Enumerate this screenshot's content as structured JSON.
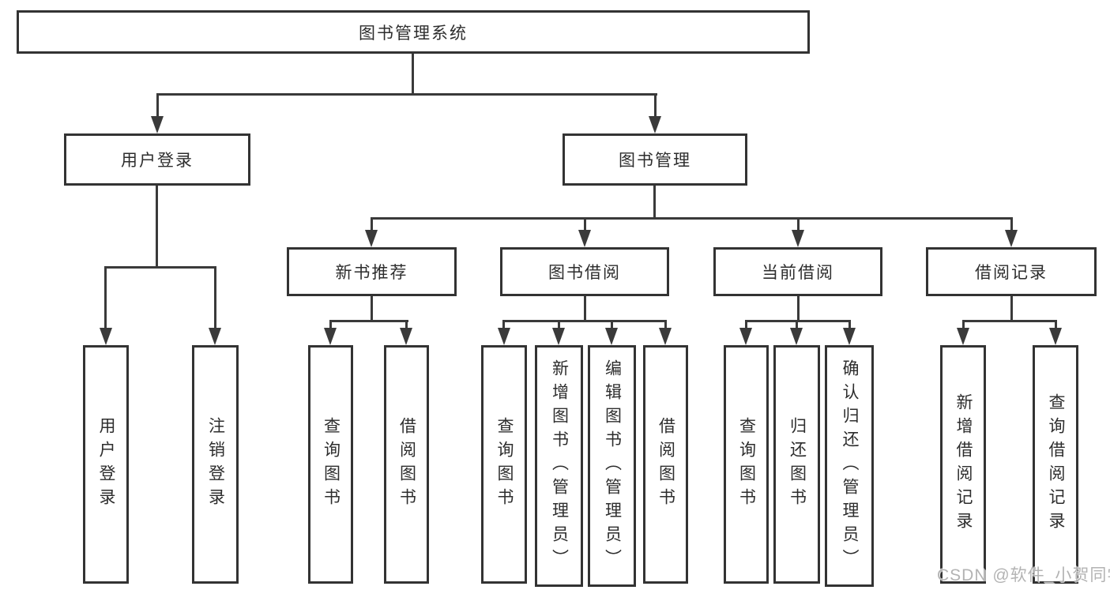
{
  "diagram": {
    "tree": {
      "root": "图书管理系统",
      "children": [
        {
          "label": "用户登录",
          "children": [
            "用户登录",
            "注销登录"
          ]
        },
        {
          "label": "图书管理",
          "children": [
            {
              "label": "新书推荐",
              "children": [
                "查询图书",
                "借阅图书"
              ]
            },
            {
              "label": "图书借阅",
              "children": [
                "查询图书",
                "新增图书（管理员）",
                "编辑图书（管理员）",
                "借阅图书"
              ]
            },
            {
              "label": "当前借阅",
              "children": [
                "查询图书",
                "归还图书",
                "确认归还（管理员）"
              ]
            },
            {
              "label": "借阅记录",
              "children": [
                "新增借阅记录",
                "查询借阅记录"
              ]
            }
          ]
        }
      ]
    }
  },
  "watermark": {
    "text": "CSDN @软件_小贺同学"
  },
  "colors": {
    "line": "#3a3a3a",
    "box_border": "#333333",
    "text": "#2d2d2d",
    "background": "#ffffff",
    "watermark": "#b3b3b3"
  }
}
